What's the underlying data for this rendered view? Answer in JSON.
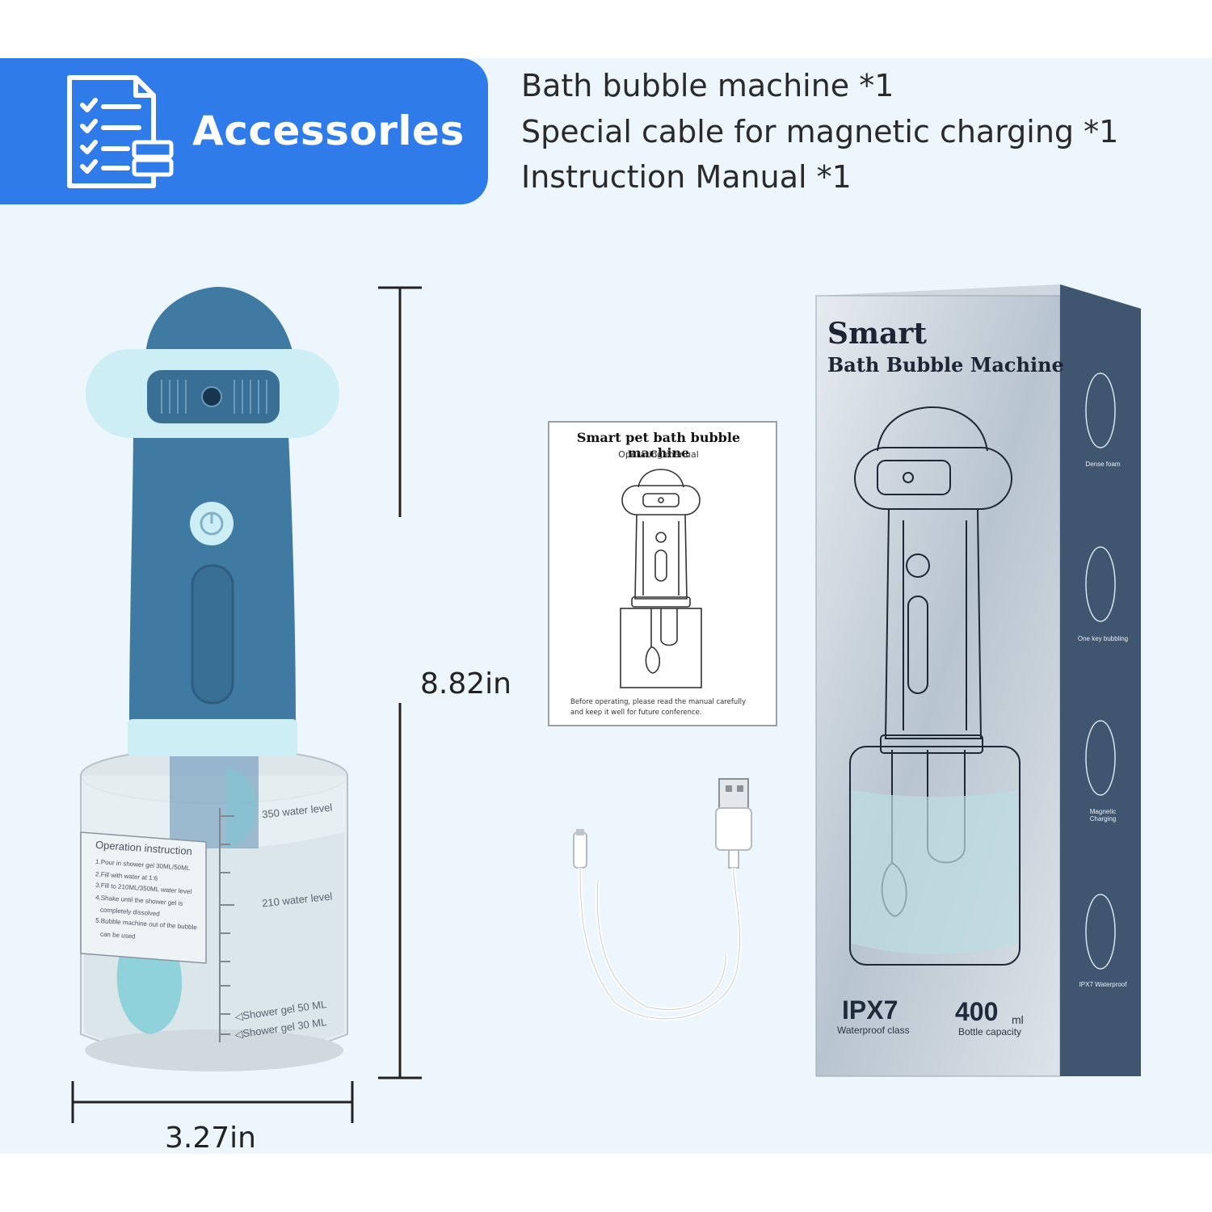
{
  "header": {
    "title": "Accessorles",
    "icon": "checklist-icon",
    "accent_color": "#2f7bea"
  },
  "accessories": [
    "Bath bubble machine *1",
    "Special cable for magnetic charging *1",
    "Instruction Manual *1"
  ],
  "dimensions": {
    "height": "8.82in",
    "width": "3.27in"
  },
  "jar": {
    "levels": [
      "350 water level",
      "210 water level",
      "◁Shower gel 50 ML",
      "◁Shower gel 30 ML"
    ],
    "instruction_title": "Operation instruction",
    "instructions": [
      "1.Pour in shower gel 30ML/50ML",
      "2.Fill with water at 1:6",
      "3.Fill to 210ML/350ML water level",
      "4.Shake until the shower gel is",
      "completely dissolved",
      "5.Bubble machine out of the bubble",
      "can be used"
    ]
  },
  "manual": {
    "title": "Smart pet bath bubble machine",
    "subtitle": "Operating manual",
    "footer": "Before operating, please read the manual carefully and keep it well for future conference."
  },
  "box": {
    "title_line1": "Smart",
    "title_line2": "Bath Bubble Machine",
    "spec1_value": "IPX7",
    "spec1_label": "Waterproof class",
    "spec2_value": "400",
    "spec2_unit": "ml",
    "spec2_label": "Bottle capacity",
    "features": [
      "Dense foam",
      "One key bubbling",
      "Magnetic Charging",
      "IPX7 Waterproof"
    ],
    "color": "#3f5570"
  }
}
